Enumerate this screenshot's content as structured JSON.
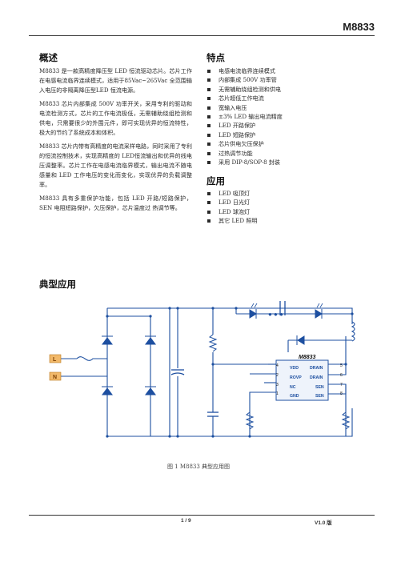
{
  "header": {
    "title": "M8833"
  },
  "overview": {
    "heading": "概述",
    "paragraphs": [
      "M8833 是一款高精度降压型 LED 恒流驱动芯片。芯片工作在电感电流临界连续模式，适用于85Vac~265Vac 全范围输入电压的非隔离降压型LED 恒流电源。",
      "M8833 芯片内部集成 500V 功率开关，采用专利的驱动和电流检测方式，芯片的工作电流极低，无需辅助绕组检测和供电，只需要很少的外围元件，即可实现优异的恒流特性，极大的节约了系统成本和体积。",
      "M8833 芯片内带有高精度的电流采样电路，同时采用了专利的恒流控制技术，实现高精度的 LED恒流输出和优异的线电压调整率。芯片工作在电感电流临界模式，输出电流不随电感量和 LED 工作电压的变化而变化，实现优异的负载调整率。",
      "M8833 具有多重保护功能，包括 LED 开路/短路保护，SEN 电阻短路保护，欠压保护，芯片温度过 热调节等。"
    ]
  },
  "features": {
    "heading": "特点",
    "items": [
      "电感电流临界连续模式",
      "内部集成 500V 功率管",
      "无需辅助绕组检测和供电",
      "芯片超低工作电流",
      "宽输入电压",
      "±3% LED 输出电流精度",
      "LED 开路保护",
      "LED 短路保护",
      "芯片供电欠压保护",
      "过热调节功能",
      "采用 DIP-8/SOP-8 封装"
    ]
  },
  "applications": {
    "heading": "应用",
    "items": [
      "LED 吸顶灯",
      "LED 日光灯",
      "LED 球泡灯",
      "其它 LED 照明"
    ]
  },
  "typical": {
    "heading": "典型应用"
  },
  "figure": {
    "caption": "图 1  M8833 典型应用图",
    "chip_name": "M8833",
    "line_label": "L",
    "neutral_label": "N",
    "dots": "● ● ●",
    "pins_left": [
      {
        "num": "4",
        "name": "VDD"
      },
      {
        "num": "2",
        "name": "ROVP"
      },
      {
        "num": "3",
        "name": "NC"
      },
      {
        "num": "1",
        "name": "GND"
      }
    ],
    "pins_right": [
      {
        "num": "5",
        "name": "DRAIN"
      },
      {
        "num": "6",
        "name": "DRAIN"
      },
      {
        "num": "7",
        "name": "SEN"
      },
      {
        "num": "8",
        "name": "SEN"
      }
    ]
  },
  "footer": {
    "page": "1 / 9",
    "version": "V1.0 版"
  }
}
